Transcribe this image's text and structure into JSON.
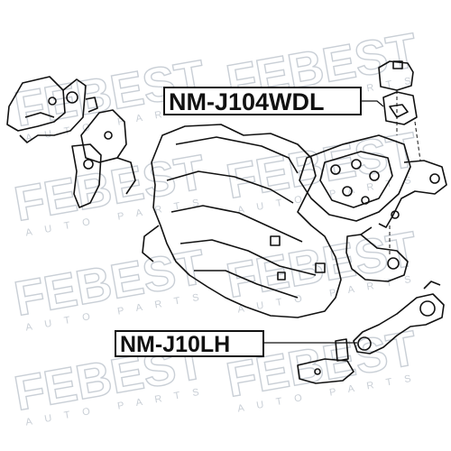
{
  "watermark": {
    "brand_text": "FEBEST",
    "sub_text": "AUTO PARTS",
    "color": "#c9cfd6"
  },
  "callouts": {
    "upper_part_number": "NM-J104WDL",
    "lower_part_number": "NM-J10LH"
  },
  "colors": {
    "line": "#111111",
    "background": "#ffffff"
  }
}
